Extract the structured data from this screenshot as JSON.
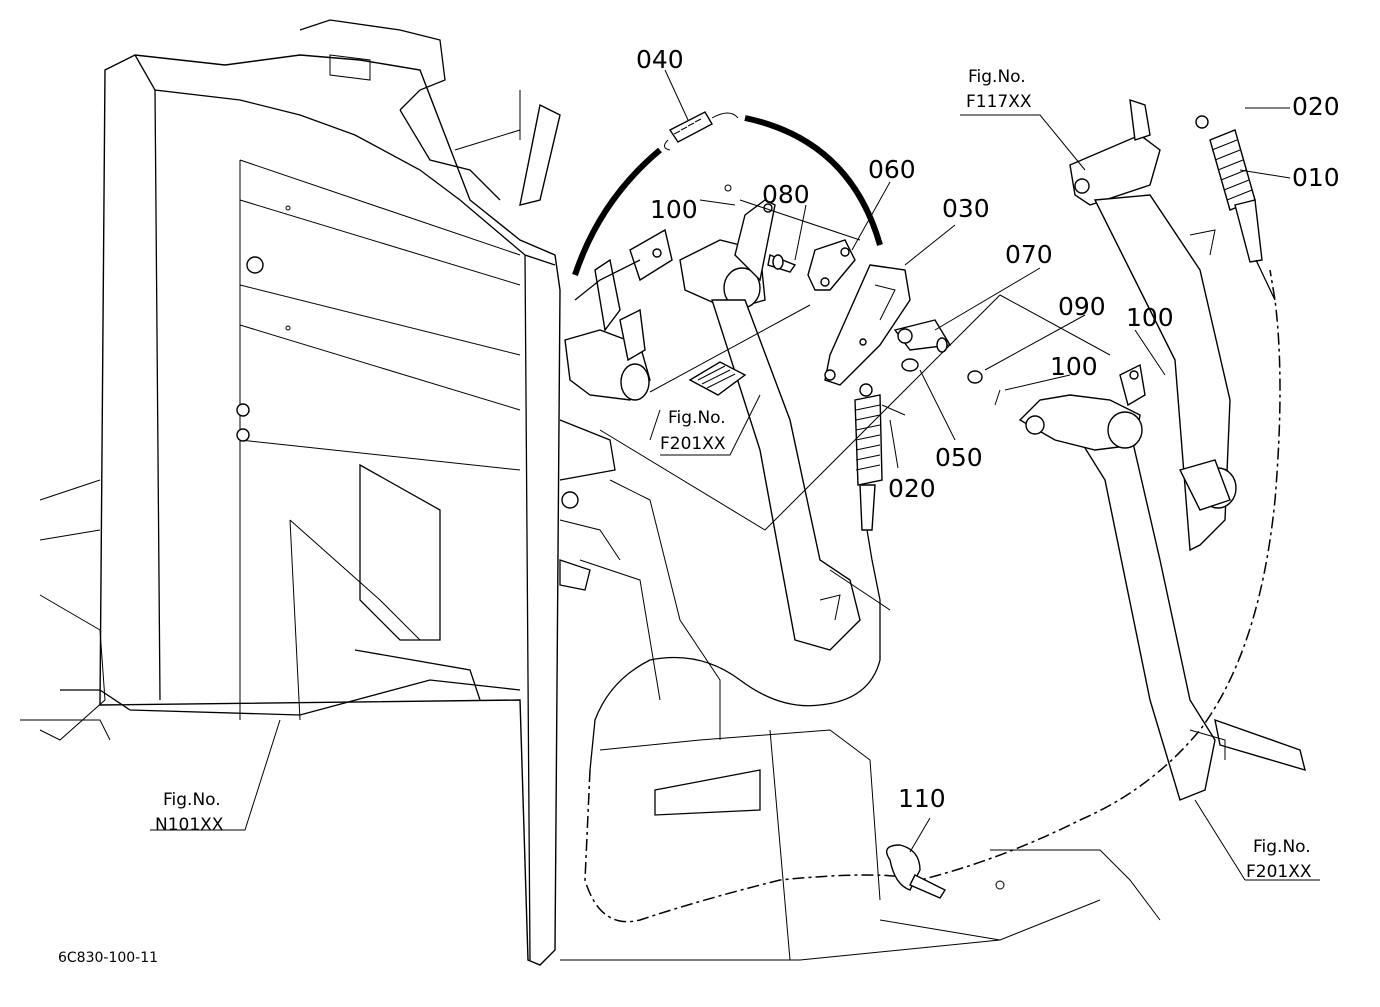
{
  "drawing_code": "6C830-100-11",
  "callouts": [
    {
      "id": "c040",
      "text": "040"
    },
    {
      "id": "c100a",
      "text": "100"
    },
    {
      "id": "c080",
      "text": "080"
    },
    {
      "id": "c060",
      "text": "060"
    },
    {
      "id": "c030",
      "text": "030"
    },
    {
      "id": "c070",
      "text": "070"
    },
    {
      "id": "c090",
      "text": "090"
    },
    {
      "id": "c100b",
      "text": "100"
    },
    {
      "id": "c100c",
      "text": "100"
    },
    {
      "id": "c050",
      "text": "050"
    },
    {
      "id": "c020a",
      "text": "020"
    },
    {
      "id": "c020b",
      "text": "020"
    },
    {
      "id": "c010",
      "text": "010"
    },
    {
      "id": "c110",
      "text": "110"
    }
  ],
  "figure_refs": [
    {
      "id": "f117",
      "line1": "Fig.No.",
      "line2": "F117XX"
    },
    {
      "id": "f201a",
      "line1": "Fig.No.",
      "line2": "F201XX"
    },
    {
      "id": "n101",
      "line1": "Fig.No.",
      "line2": "N101XX"
    },
    {
      "id": "f201b",
      "line1": "Fig.No.",
      "line2": "F201XX"
    }
  ]
}
